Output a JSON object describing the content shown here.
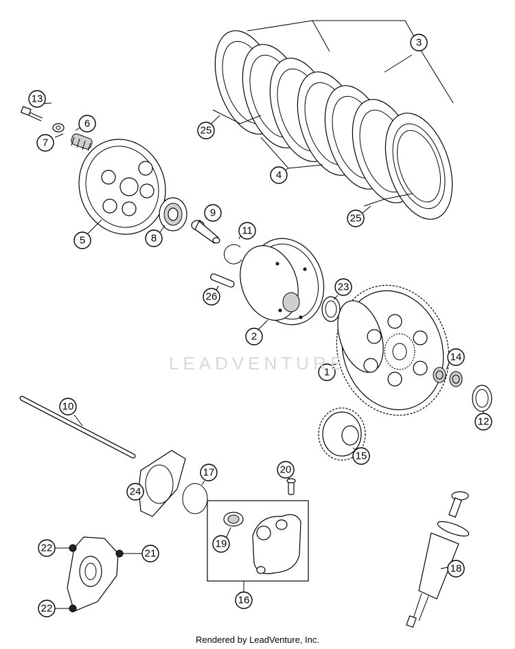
{
  "watermark": "LEADVENTURE",
  "footer": "Rendered by LeadVenture, Inc.",
  "callouts": {
    "c1": "1",
    "c2": "2",
    "c3": "3",
    "c4": "4",
    "c5": "5",
    "c6": "6",
    "c7": "7",
    "c8": "8",
    "c9": "9",
    "c10": "10",
    "c11": "11",
    "c12": "12",
    "c13": "13",
    "c14": "14",
    "c15": "15",
    "c16": "16",
    "c17": "17",
    "c18": "18",
    "c19": "19",
    "c20": "20",
    "c21": "21",
    "c22a": "22",
    "c22b": "22",
    "c23": "23",
    "c24": "24",
    "c25a": "25",
    "c25b": "25",
    "c26": "26"
  }
}
